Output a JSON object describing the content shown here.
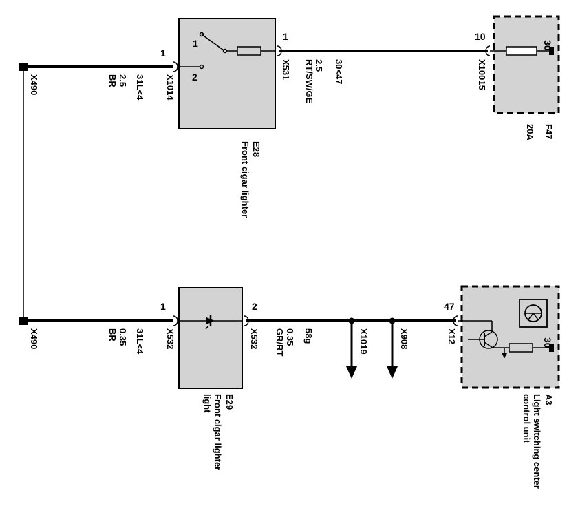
{
  "ground_left_top": "X490",
  "ground_left_bottom": "X490",
  "e28": {
    "id": "E28",
    "name": "Front cigar lighter",
    "pin_left": "1",
    "pin_right": "1",
    "switch_pin1": "1",
    "switch_pin2": "2",
    "connector_left": "X1014",
    "connector_right": "X531"
  },
  "wire_e28_ground": {
    "circuit": "31L<4",
    "size": "2.5",
    "color": "BR"
  },
  "wire_e28_fuse": {
    "circuit": "30<47",
    "size": "2.5",
    "color": "RT/SW/GE"
  },
  "f47": {
    "id": "F47",
    "rating": "20A",
    "pin_in": "10",
    "terminal": "30",
    "connector": "X10015"
  },
  "e29": {
    "id": "E29",
    "name_line1": "Front cigar lighter",
    "name_line2": "light",
    "pin_left": "1",
    "pin_right": "2",
    "connector_left": "X532",
    "connector_right": "X532"
  },
  "wire_e29_ground": {
    "circuit": "31L<4",
    "size": "0.35",
    "color": "BR"
  },
  "wire_e29_a3": {
    "circuit": "58g",
    "size": "0.35",
    "color": "GR/RT"
  },
  "splice1": "X1019",
  "splice2": "X908",
  "a3": {
    "id": "A3",
    "name_line1": "Light switching center",
    "name_line2": "control unit",
    "pin": "47",
    "connector": "X12",
    "terminal": "30"
  }
}
